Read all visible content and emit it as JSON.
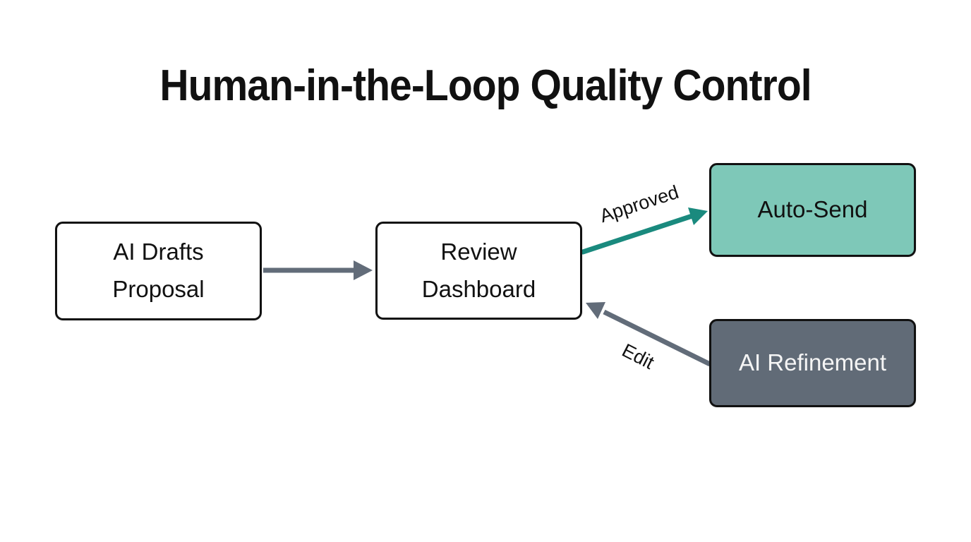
{
  "title": "Human-in-the-Loop Quality Control",
  "nodes": {
    "draft": {
      "label": "AI Drafts\nProposal"
    },
    "review": {
      "label": "Review\nDashboard"
    },
    "auto_send": {
      "label": "Auto-Send"
    },
    "refine": {
      "label": "AI Refinement"
    }
  },
  "edges": {
    "draft_to_review": {
      "label": ""
    },
    "review_to_auto_send": {
      "label": "Approved"
    },
    "refine_to_review": {
      "label": "Edit"
    }
  },
  "colors": {
    "background": "#ffffff",
    "title_text": "#111111",
    "node_border": "#111111",
    "node_text": "#111111",
    "plain_node_fill": "#ffffff",
    "auto_send_fill": "#7ec8b8",
    "refinement_fill": "#616b77",
    "refinement_text": "#f5f5f5",
    "approved_arrow": "#1a8a7e",
    "neutral_arrow": "#626c79",
    "edge_label_text": "#111111"
  }
}
